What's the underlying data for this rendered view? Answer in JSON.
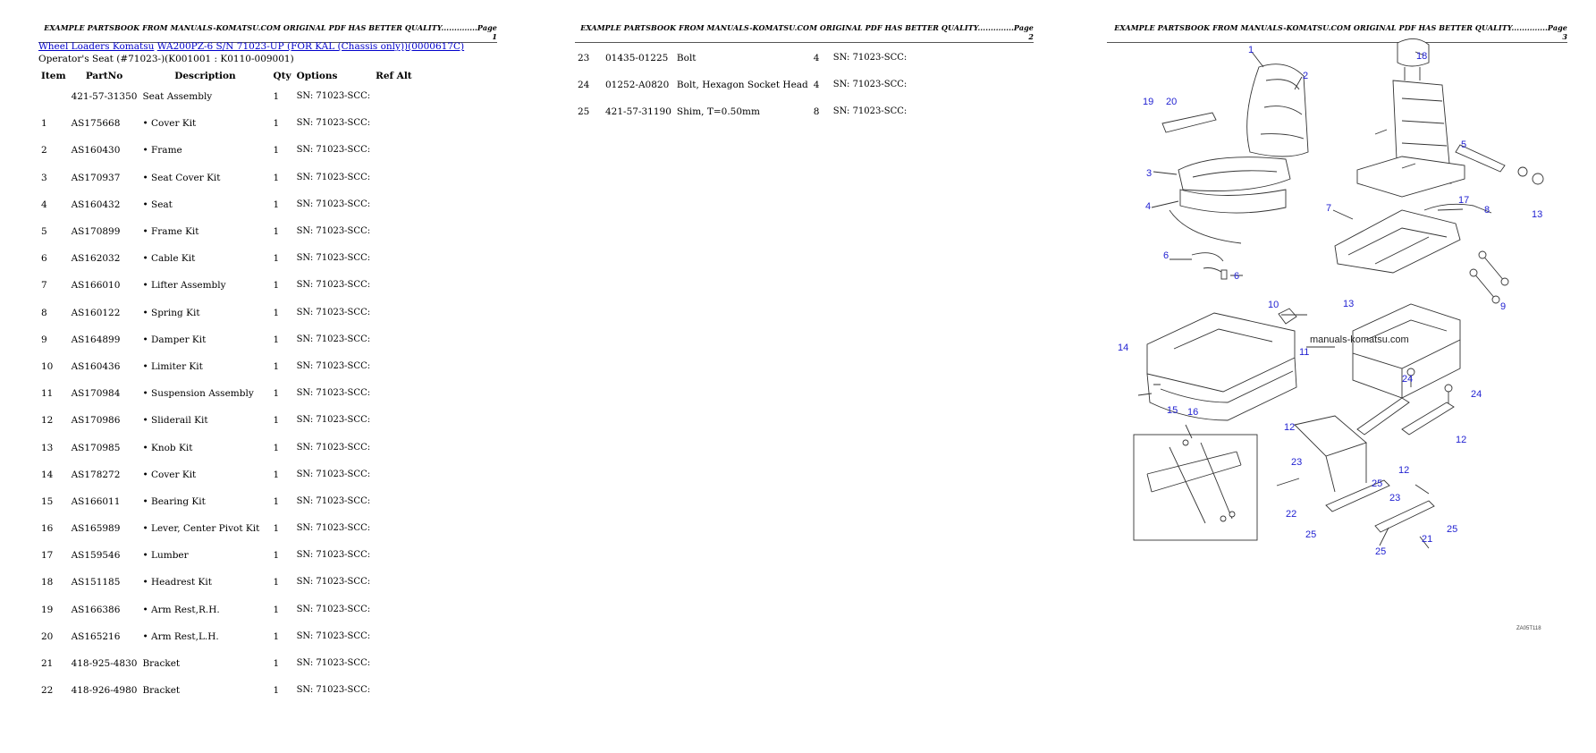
{
  "pages": [
    {
      "header": "EXAMPLE PARTSBOOK FROM MANUALS-KOMATSU.COM ORIGINAL PDF HAS BETTER QUALITY..............Page 1"
    },
    {
      "header": "EXAMPLE PARTSBOOK FROM MANUALS-KOMATSU.COM ORIGINAL PDF HAS BETTER QUALITY..............Page 2"
    },
    {
      "header": "EXAMPLE PARTSBOOK FROM MANUALS-KOMATSU.COM ORIGINAL PDF HAS BETTER QUALITY..............Page 3"
    }
  ],
  "breadcrumb": {
    "link1": "Wheel Loaders Komatsu",
    "link2": "WA200PZ-6 S/N 71023-UP (FOR KAL (Chassis only))(0000617C)"
  },
  "subtitle": "Operator's Seat (#71023-)(K001001 : K0110-009001)",
  "columns": [
    "Item",
    "PartNo",
    "Description",
    "Qty",
    "Options",
    "Ref Alt"
  ],
  "parts_page1": [
    {
      "item": "",
      "partno": "421-57-31350",
      "desc": "Seat Assembly",
      "qty": "1",
      "opt": "SN: 71023-SCC:"
    },
    {
      "item": "1",
      "partno": "AS175668",
      "desc": "• Cover Kit",
      "qty": "1",
      "opt": "SN: 71023-SCC:"
    },
    {
      "item": "2",
      "partno": "AS160430",
      "desc": "• Frame",
      "qty": "1",
      "opt": "SN: 71023-SCC:"
    },
    {
      "item": "3",
      "partno": "AS170937",
      "desc": "• Seat Cover Kit",
      "qty": "1",
      "opt": "SN: 71023-SCC:"
    },
    {
      "item": "4",
      "partno": "AS160432",
      "desc": "• Seat",
      "qty": "1",
      "opt": "SN: 71023-SCC:"
    },
    {
      "item": "5",
      "partno": "AS170899",
      "desc": "• Frame Kit",
      "qty": "1",
      "opt": "SN: 71023-SCC:"
    },
    {
      "item": "6",
      "partno": "AS162032",
      "desc": "• Cable Kit",
      "qty": "1",
      "opt": "SN: 71023-SCC:"
    },
    {
      "item": "7",
      "partno": "AS166010",
      "desc": "• Lifter Assembly",
      "qty": "1",
      "opt": "SN: 71023-SCC:"
    },
    {
      "item": "8",
      "partno": "AS160122",
      "desc": "• Spring Kit",
      "qty": "1",
      "opt": "SN: 71023-SCC:"
    },
    {
      "item": "9",
      "partno": "AS164899",
      "desc": "• Damper Kit",
      "qty": "1",
      "opt": "SN: 71023-SCC:"
    },
    {
      "item": "10",
      "partno": "AS160436",
      "desc": "• Limiter Kit",
      "qty": "1",
      "opt": "SN: 71023-SCC:"
    },
    {
      "item": "11",
      "partno": "AS170984",
      "desc": "• Suspension Assembly",
      "qty": "1",
      "opt": "SN: 71023-SCC:"
    },
    {
      "item": "12",
      "partno": "AS170986",
      "desc": "• Sliderail Kit",
      "qty": "1",
      "opt": "SN: 71023-SCC:"
    },
    {
      "item": "13",
      "partno": "AS170985",
      "desc": "• Knob Kit",
      "qty": "1",
      "opt": "SN: 71023-SCC:"
    },
    {
      "item": "14",
      "partno": "AS178272",
      "desc": "• Cover Kit",
      "qty": "1",
      "opt": "SN: 71023-SCC:"
    },
    {
      "item": "15",
      "partno": "AS166011",
      "desc": "• Bearing Kit",
      "qty": "1",
      "opt": "SN: 71023-SCC:"
    },
    {
      "item": "16",
      "partno": "AS165989",
      "desc": "• Lever, Center Pivot Kit",
      "qty": "1",
      "opt": "SN: 71023-SCC:"
    },
    {
      "item": "17",
      "partno": "AS159546",
      "desc": "• Lumber",
      "qty": "1",
      "opt": "SN: 71023-SCC:"
    },
    {
      "item": "18",
      "partno": "AS151185",
      "desc": "• Headrest Kit",
      "qty": "1",
      "opt": "SN: 71023-SCC:"
    },
    {
      "item": "19",
      "partno": "AS166386",
      "desc": "• Arm Rest,R.H.",
      "qty": "1",
      "opt": "SN: 71023-SCC:"
    },
    {
      "item": "20",
      "partno": "AS165216",
      "desc": "• Arm Rest,L.H.",
      "qty": "1",
      "opt": "SN: 71023-SCC:"
    },
    {
      "item": "21",
      "partno": "418-925-4830",
      "desc": "Bracket",
      "qty": "1",
      "opt": "SN: 71023-SCC:"
    },
    {
      "item": "22",
      "partno": "418-926-4980",
      "desc": "Bracket",
      "qty": "1",
      "opt": "SN: 71023-SCC:"
    }
  ],
  "parts_page2": [
    {
      "item": "23",
      "partno": "01435-01225",
      "desc": "Bolt",
      "qty": "4",
      "opt": "SN: 71023-SCC:"
    },
    {
      "item": "24",
      "partno": "01252-A0820",
      "desc": "Bolt, Hexagon Socket Head",
      "qty": "4",
      "opt": "SN: 71023-SCC:"
    },
    {
      "item": "25",
      "partno": "421-57-31190",
      "desc": "Shim, T=0.50mm",
      "qty": "8",
      "opt": "SN: 71023-SCC:"
    }
  ],
  "diagram": {
    "watermark": "manuals-komatsu.com",
    "figure_code": "ZA05T118",
    "callouts": [
      "1",
      "2",
      "18",
      "19",
      "20",
      "5",
      "3",
      "17",
      "13",
      "4",
      "7",
      "8",
      "6",
      "6",
      "13",
      "9",
      "10",
      "14",
      "11",
      "24",
      "24",
      "15",
      "16",
      "12",
      "12",
      "23",
      "12",
      "25",
      "23",
      "22",
      "25",
      "21",
      "25",
      "25"
    ]
  }
}
